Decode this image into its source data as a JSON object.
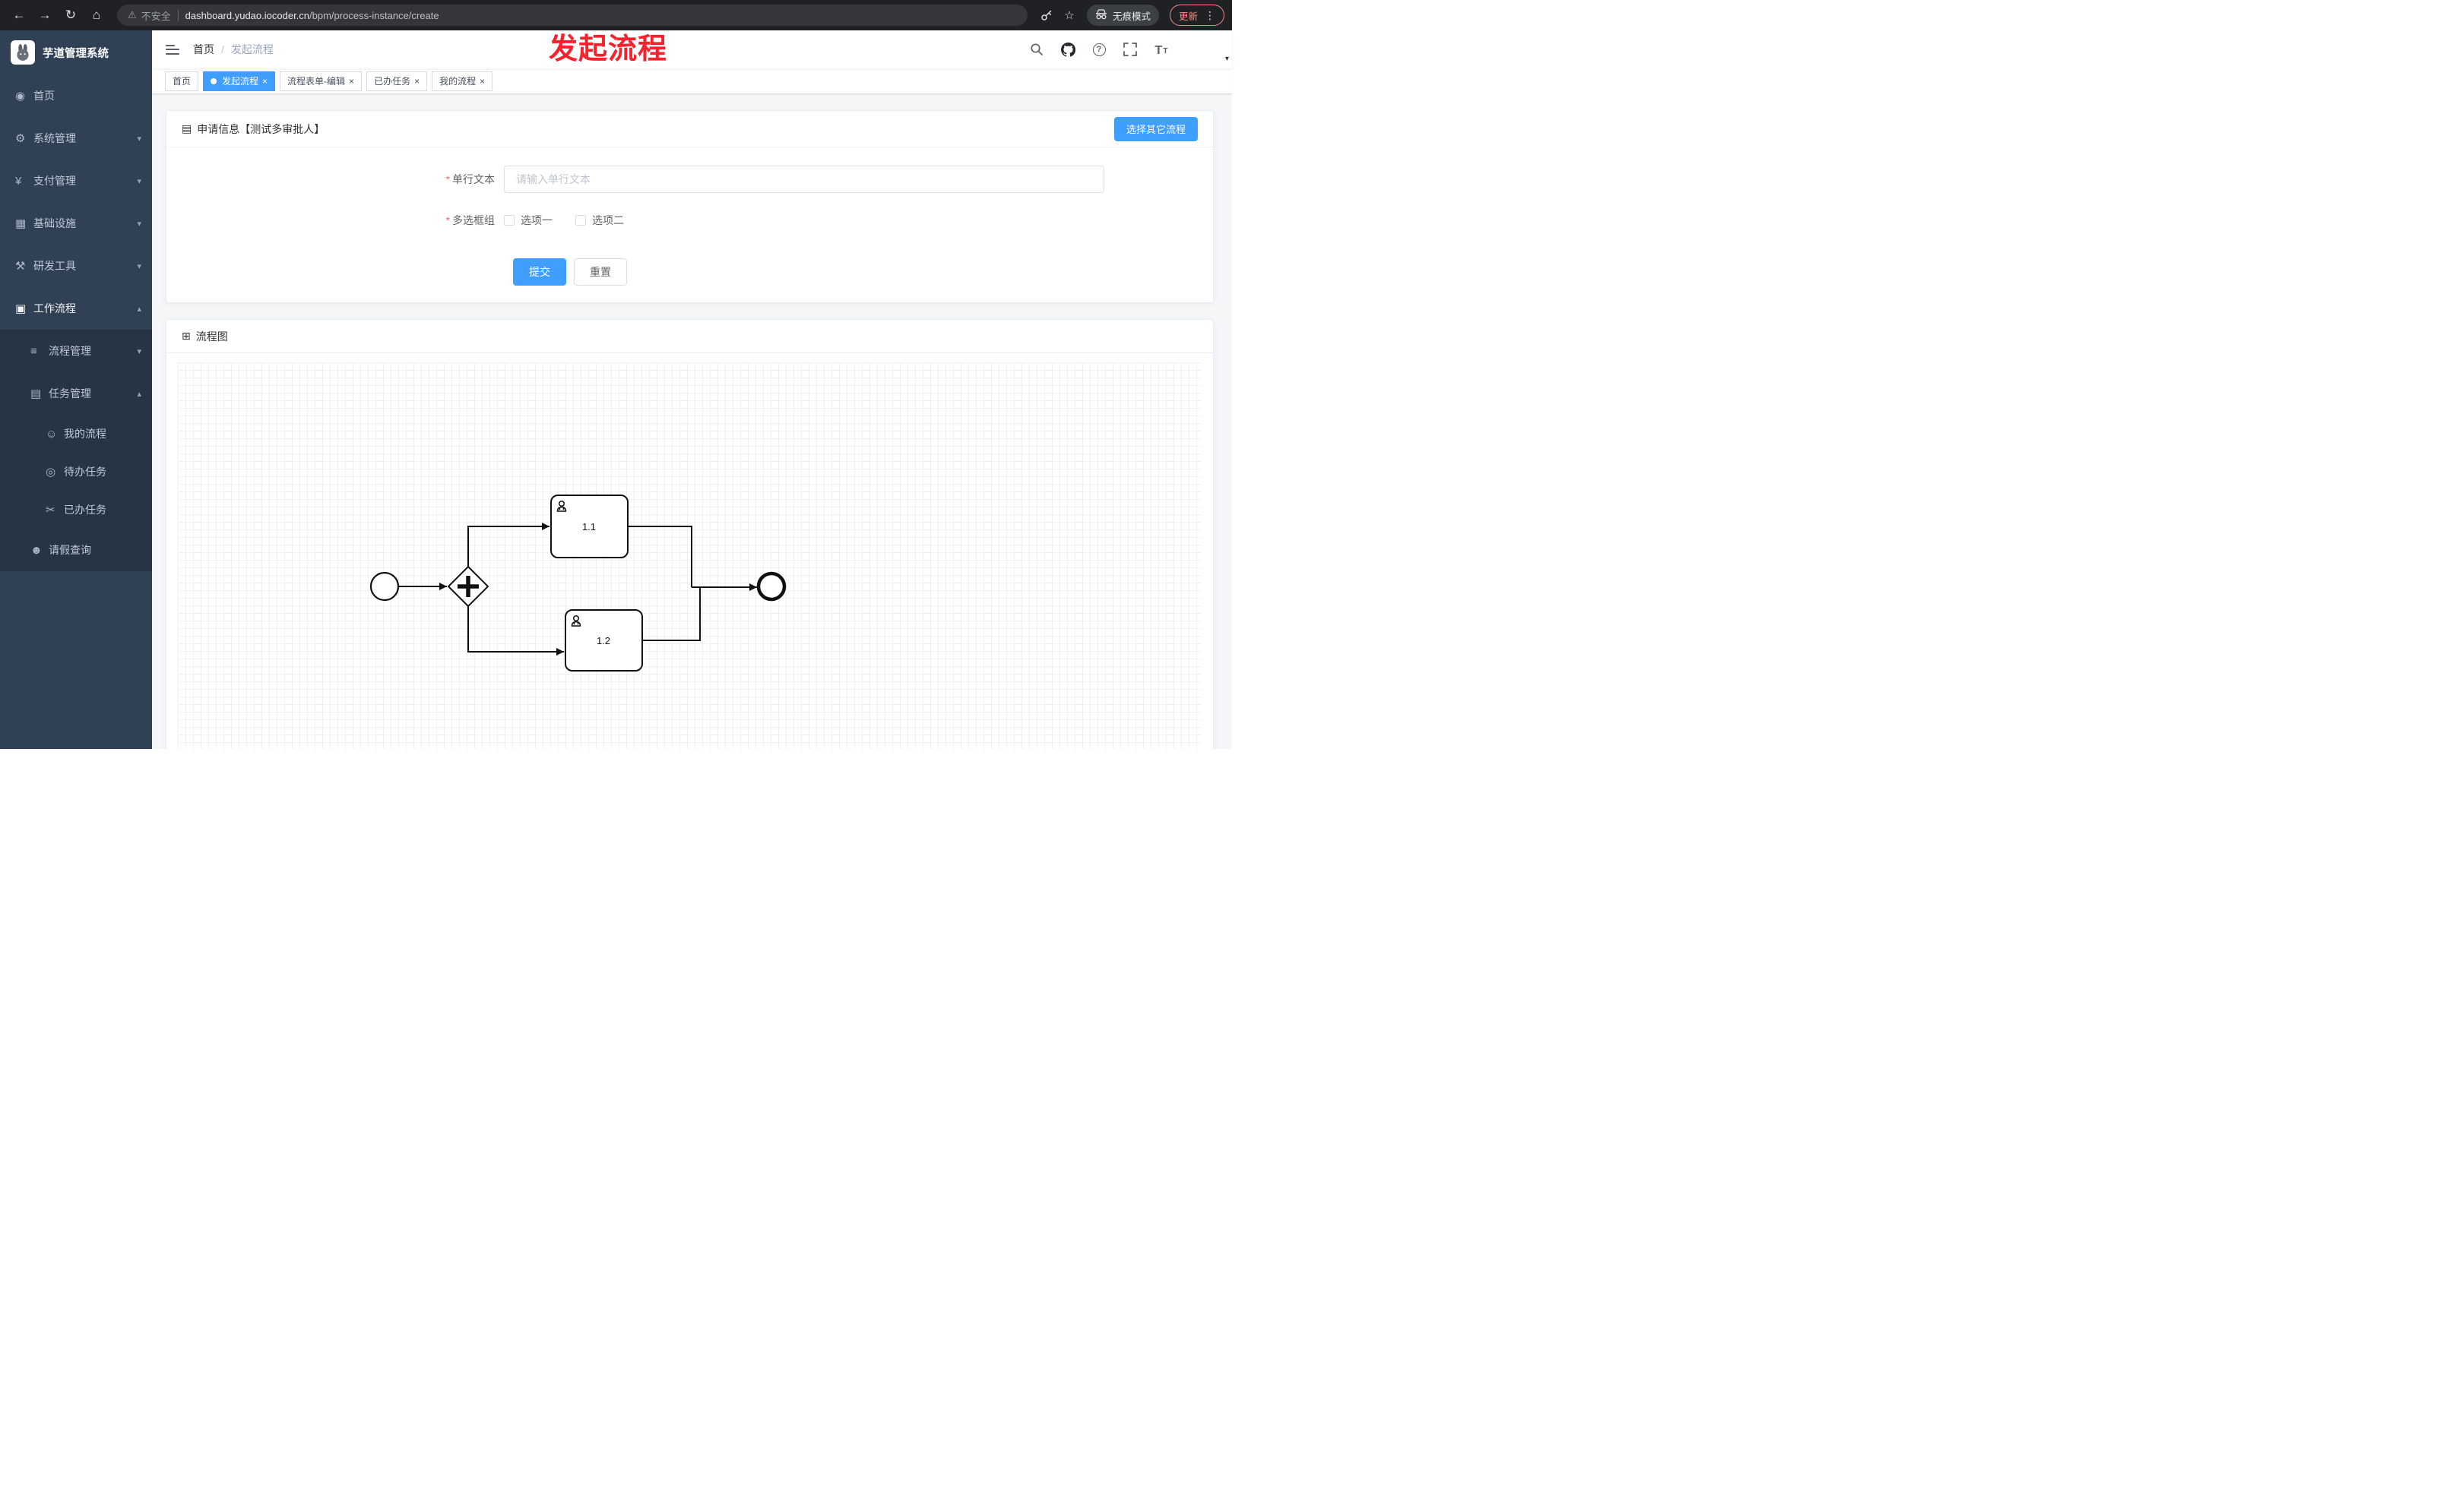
{
  "browser": {
    "security_label": "不安全",
    "url_domain": "dashboard.yudao.iocoder.cn",
    "url_path": "/bpm/process-instance/create",
    "incognito_label": "无痕模式",
    "update_label": "更新"
  },
  "app": {
    "logo_title": "芋道管理系统",
    "overlay_title": "发起流程"
  },
  "breadcrumb": {
    "home": "首页",
    "separator": "/",
    "current": "发起流程"
  },
  "sidebar": {
    "items": [
      {
        "label": "首页"
      },
      {
        "label": "系统管理"
      },
      {
        "label": "支付管理"
      },
      {
        "label": "基础设施"
      },
      {
        "label": "研发工具"
      },
      {
        "label": "工作流程"
      },
      {
        "label": "流程管理"
      },
      {
        "label": "任务管理"
      },
      {
        "label": "我的流程"
      },
      {
        "label": "待办任务"
      },
      {
        "label": "已办任务"
      },
      {
        "label": "请假查询"
      }
    ]
  },
  "tabs": [
    {
      "label": "首页"
    },
    {
      "label": "发起流程"
    },
    {
      "label": "流程表单-编辑"
    },
    {
      "label": "已办任务"
    },
    {
      "label": "我的流程"
    }
  ],
  "form_card": {
    "title": "申请信息【测试多审批人】",
    "choose_other_label": "选择其它流程",
    "field_text": {
      "required_mark": "*",
      "label": "单行文本",
      "placeholder": "请输入单行文本"
    },
    "field_checkbox": {
      "required_mark": "*",
      "label": "多选框组",
      "options": [
        "选项一",
        "选项二"
      ]
    },
    "submit_label": "提交",
    "reset_label": "重置"
  },
  "diagram_card": {
    "title": "流程图",
    "task1_label": "1.1",
    "task2_label": "1.2"
  },
  "icons": {
    "back": "←",
    "forward": "→",
    "refresh": "↻",
    "home": "⌂",
    "warning": "⚠",
    "star": "☆",
    "dots_vertical": "⋮",
    "close": "×",
    "help": "?",
    "font_large": "T",
    "font_small": "T",
    "dashboard": "◉",
    "gear": "⚙",
    "yen": "¥",
    "infra": "▦",
    "tools": "⚒",
    "workflow": "▣",
    "process": "≡",
    "task": "▤",
    "my_process": "☺",
    "todo": "◎",
    "done": "✂",
    "person": "☻",
    "chevron_down": "▾",
    "chevron_up": "▴",
    "caret_down": "▾",
    "form_card": "▤",
    "diagram_card": "⊞"
  },
  "colors": {
    "accent": "#409eff",
    "sidebar_bg": "#304156",
    "submenu_bg": "#263445",
    "overlay_red": "#f5222d"
  }
}
